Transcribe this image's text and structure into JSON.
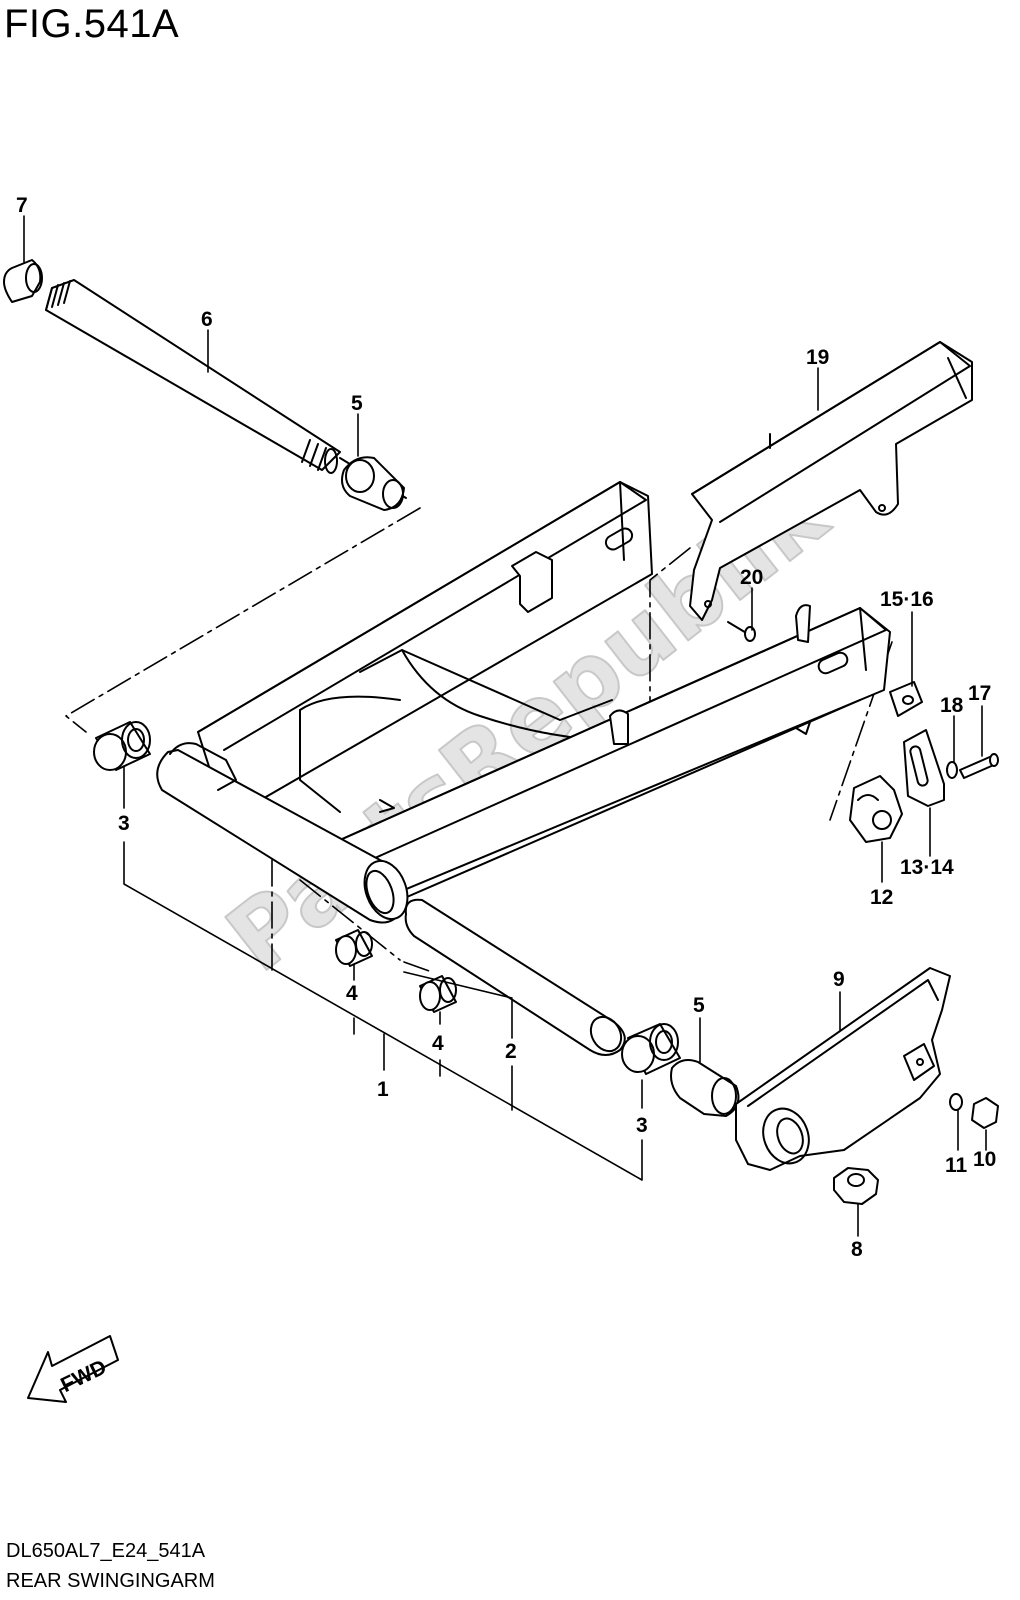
{
  "figure": {
    "title": "FIG.541A",
    "code": "DL650AL7_E24_541A",
    "name": "REAR SWINGINGARM",
    "watermark": "PartsRepublik",
    "fwd_label": "FWD"
  },
  "callouts": [
    {
      "id": "c1",
      "text": "1"
    },
    {
      "id": "c2",
      "text": "2"
    },
    {
      "id": "c3a",
      "text": "3"
    },
    {
      "id": "c3b",
      "text": "3"
    },
    {
      "id": "c4a",
      "text": "4"
    },
    {
      "id": "c4b",
      "text": "4"
    },
    {
      "id": "c5a",
      "text": "5"
    },
    {
      "id": "c5b",
      "text": "5"
    },
    {
      "id": "c6",
      "text": "6"
    },
    {
      "id": "c7",
      "text": "7"
    },
    {
      "id": "c8",
      "text": "8"
    },
    {
      "id": "c9",
      "text": "9"
    },
    {
      "id": "c10",
      "text": "10"
    },
    {
      "id": "c11",
      "text": "11"
    },
    {
      "id": "c12",
      "text": "12"
    },
    {
      "id": "c1314",
      "text": "13·14"
    },
    {
      "id": "c1516",
      "text": "15·16"
    },
    {
      "id": "c17",
      "text": "17"
    },
    {
      "id": "c18",
      "text": "18"
    },
    {
      "id": "c19",
      "text": "19"
    },
    {
      "id": "c20",
      "text": "20"
    }
  ]
}
